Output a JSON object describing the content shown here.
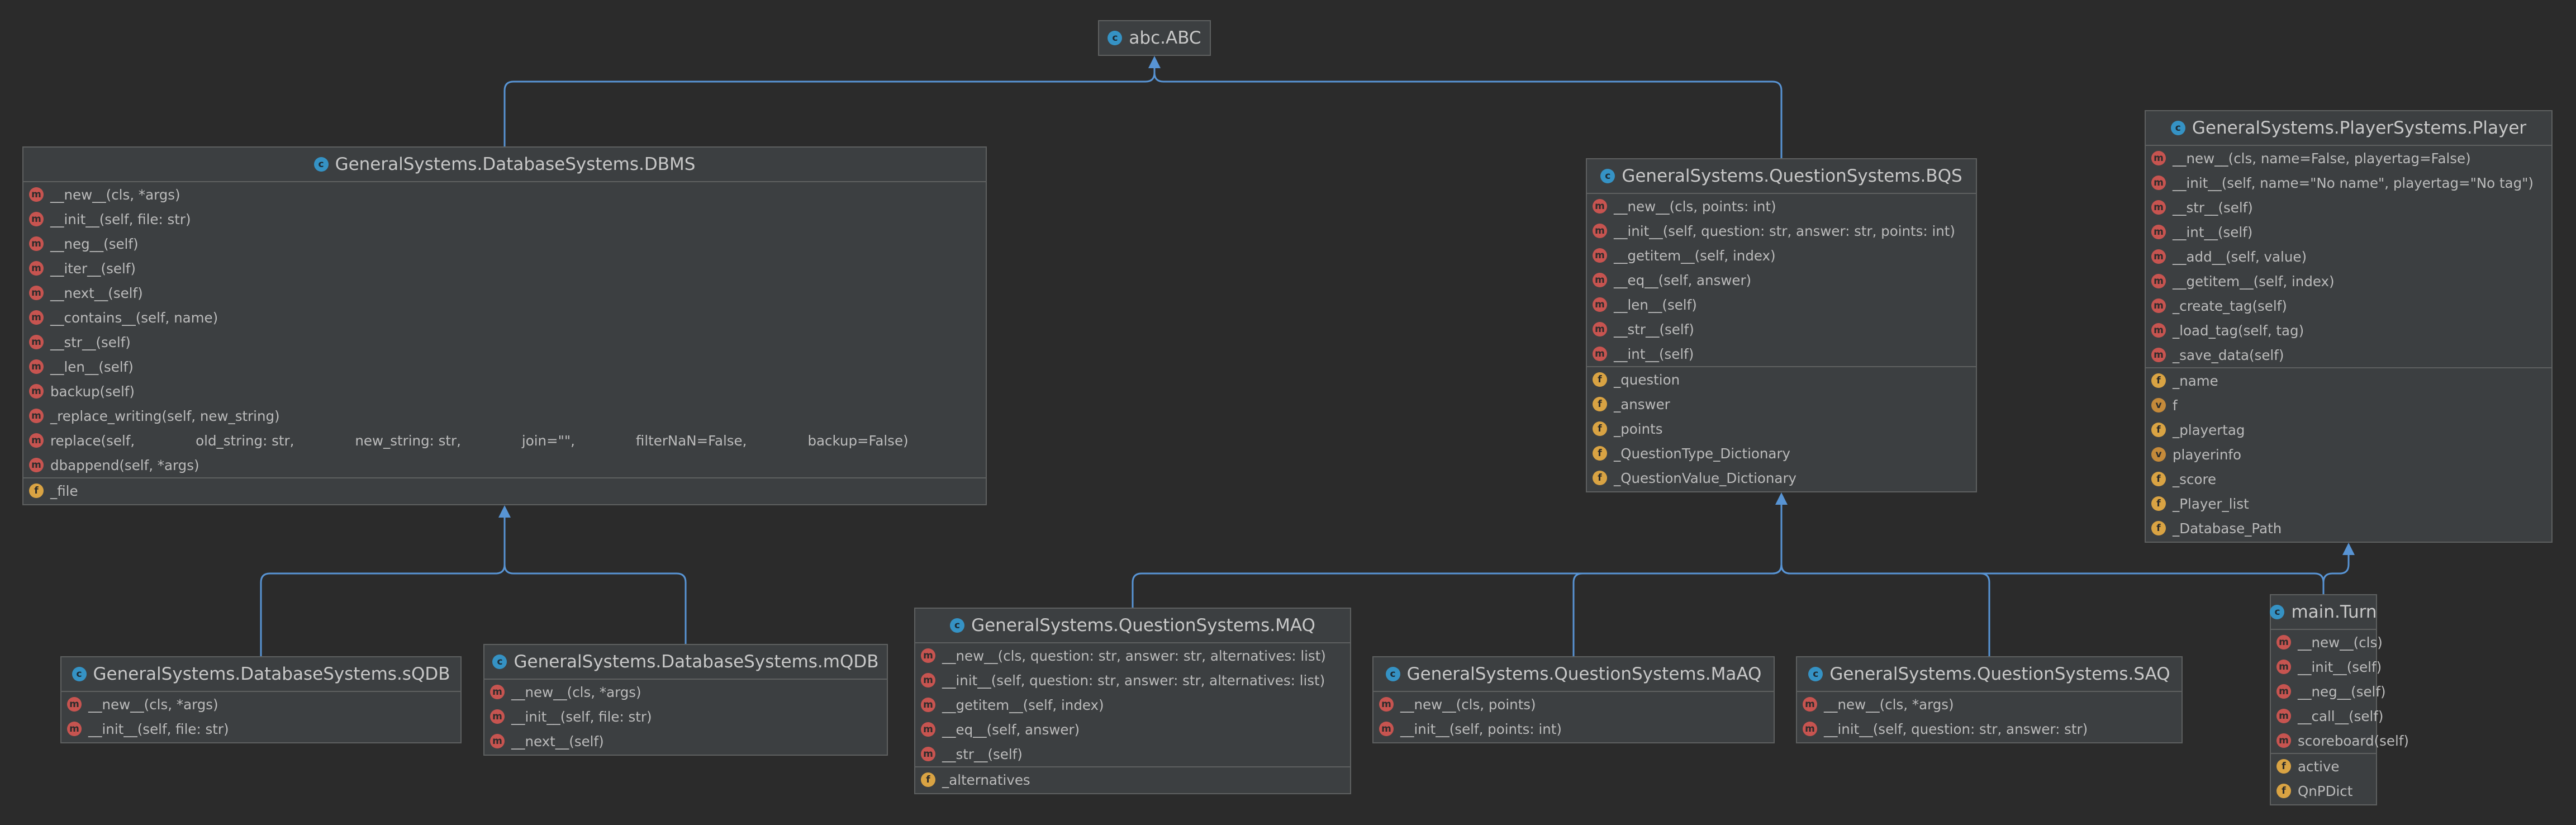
{
  "diagram": {
    "classes": [
      {
        "id": "abc",
        "name": "abc.ABC",
        "members": []
      },
      {
        "id": "dbms",
        "name": "GeneralSystems.DatabaseSystems.DBMS",
        "members": [
          {
            "kind": "m",
            "text": "__new__(cls, *args)"
          },
          {
            "kind": "m",
            "text": "__init__(self, file: str)"
          },
          {
            "kind": "m",
            "text": "__neg__(self)"
          },
          {
            "kind": "m",
            "text": "__iter__(self)"
          },
          {
            "kind": "m",
            "text": "__next__(self)"
          },
          {
            "kind": "m",
            "text": "__contains__(self, name)"
          },
          {
            "kind": "m",
            "text": "__str__(self)"
          },
          {
            "kind": "m",
            "text": "__len__(self)"
          },
          {
            "kind": "m",
            "text": "backup(self)"
          },
          {
            "kind": "m",
            "text": "_replace_writing(self, new_string)"
          },
          {
            "kind": "m",
            "text": "replace(self,              old_string: str,              new_string: str,              join=\"\",              filterNaN=False,              backup=False)"
          },
          {
            "kind": "m",
            "text": "dbappend(self, *args)"
          },
          {
            "kind": "sep"
          },
          {
            "kind": "f",
            "text": "_file"
          }
        ]
      },
      {
        "id": "bqs",
        "name": "GeneralSystems.QuestionSystems.BQS",
        "members": [
          {
            "kind": "m",
            "text": "__new__(cls, points: int)"
          },
          {
            "kind": "m",
            "text": "__init__(self, question: str, answer: str, points: int)"
          },
          {
            "kind": "m",
            "text": "__getitem__(self, index)"
          },
          {
            "kind": "m",
            "text": "__eq__(self, answer)"
          },
          {
            "kind": "m",
            "text": "__len__(self)"
          },
          {
            "kind": "m",
            "text": "__str__(self)"
          },
          {
            "kind": "m",
            "text": "__int__(self)"
          },
          {
            "kind": "sep"
          },
          {
            "kind": "f",
            "text": "_question"
          },
          {
            "kind": "f",
            "text": "_answer"
          },
          {
            "kind": "f",
            "text": "_points"
          },
          {
            "kind": "f",
            "text": "_QuestionType_Dictionary"
          },
          {
            "kind": "f",
            "text": "_QuestionValue_Dictionary"
          }
        ]
      },
      {
        "id": "player",
        "name": "GeneralSystems.PlayerSystems.Player",
        "members": [
          {
            "kind": "m",
            "text": "__new__(cls, name=False, playertag=False)"
          },
          {
            "kind": "m",
            "text": "__init__(self, name=\"No name\", playertag=\"No tag\")"
          },
          {
            "kind": "m",
            "text": "__str__(self)"
          },
          {
            "kind": "m",
            "text": "__int__(self)"
          },
          {
            "kind": "m",
            "text": "__add__(self, value)"
          },
          {
            "kind": "m",
            "text": "__getitem__(self, index)"
          },
          {
            "kind": "m",
            "text": "_create_tag(self)"
          },
          {
            "kind": "m",
            "text": "_load_tag(self, tag)"
          },
          {
            "kind": "m",
            "text": "_save_data(self)"
          },
          {
            "kind": "sep"
          },
          {
            "kind": "f",
            "text": "_name"
          },
          {
            "kind": "v",
            "text": "f"
          },
          {
            "kind": "f",
            "text": "_playertag"
          },
          {
            "kind": "v",
            "text": "playerinfo"
          },
          {
            "kind": "f",
            "text": "_score"
          },
          {
            "kind": "f",
            "text": "_Player_list"
          },
          {
            "kind": "f",
            "text": "_Database_Path"
          }
        ]
      },
      {
        "id": "sqdb",
        "name": "GeneralSystems.DatabaseSystems.sQDB",
        "members": [
          {
            "kind": "m",
            "text": "__new__(cls, *args)"
          },
          {
            "kind": "m",
            "text": "__init__(self, file: str)"
          }
        ]
      },
      {
        "id": "mqdb",
        "name": "GeneralSystems.DatabaseSystems.mQDB",
        "members": [
          {
            "kind": "m",
            "text": "__new__(cls, *args)"
          },
          {
            "kind": "m",
            "text": "__init__(self, file: str)"
          },
          {
            "kind": "m",
            "text": "__next__(self)"
          }
        ]
      },
      {
        "id": "maq",
        "name": "GeneralSystems.QuestionSystems.MAQ",
        "members": [
          {
            "kind": "m",
            "text": "__new__(cls, question: str, answer: str, alternatives: list)"
          },
          {
            "kind": "m",
            "text": "__init__(self, question: str, answer: str, alternatives: list)"
          },
          {
            "kind": "m",
            "text": "__getitem__(self, index)"
          },
          {
            "kind": "m",
            "text": "__eq__(self, answer)"
          },
          {
            "kind": "m",
            "text": "__str__(self)"
          },
          {
            "kind": "sep"
          },
          {
            "kind": "f",
            "text": "_alternatives"
          }
        ]
      },
      {
        "id": "maaq",
        "name": "GeneralSystems.QuestionSystems.MaAQ",
        "members": [
          {
            "kind": "m",
            "text": "__new__(cls, points)"
          },
          {
            "kind": "m",
            "text": "__init__(self, points: int)"
          }
        ]
      },
      {
        "id": "saq",
        "name": "GeneralSystems.QuestionSystems.SAQ",
        "members": [
          {
            "kind": "m",
            "text": "__new__(cls, *args)"
          },
          {
            "kind": "m",
            "text": "__init__(self, question: str, answer: str)"
          }
        ]
      },
      {
        "id": "turn",
        "name": "main.Turn",
        "members": [
          {
            "kind": "m",
            "text": "__new__(cls)"
          },
          {
            "kind": "m",
            "text": "__init__(self)"
          },
          {
            "kind": "m",
            "text": "__neg__(self)"
          },
          {
            "kind": "m",
            "text": "__call__(self)"
          },
          {
            "kind": "m",
            "text": "scoreboard(self)"
          },
          {
            "kind": "sep"
          },
          {
            "kind": "f",
            "text": "active"
          },
          {
            "kind": "f",
            "text": "QnPDict"
          }
        ]
      }
    ],
    "inheritance": [
      {
        "child": "dbms",
        "parent": "abc"
      },
      {
        "child": "bqs",
        "parent": "abc"
      },
      {
        "child": "sqdb",
        "parent": "dbms"
      },
      {
        "child": "mqdb",
        "parent": "dbms"
      },
      {
        "child": "maq",
        "parent": "bqs"
      },
      {
        "child": "maaq",
        "parent": "bqs"
      },
      {
        "child": "saq",
        "parent": "bqs"
      },
      {
        "child": "turn",
        "parent": "player"
      }
    ],
    "colors": {
      "background": "#2b2b2b",
      "box": "#3c3f41",
      "border": "#5e6060",
      "edge": "#5894d4",
      "class_icon": "#3592c4",
      "method_icon": "#c75450",
      "field_icon": "#d9a343"
    },
    "icons": {
      "class": "class-icon",
      "m": "method-icon",
      "f": "field-icon",
      "v": "variable-icon"
    },
    "icon_letters": {
      "class": "c",
      "m": "m",
      "f": "f",
      "v": "v"
    }
  }
}
